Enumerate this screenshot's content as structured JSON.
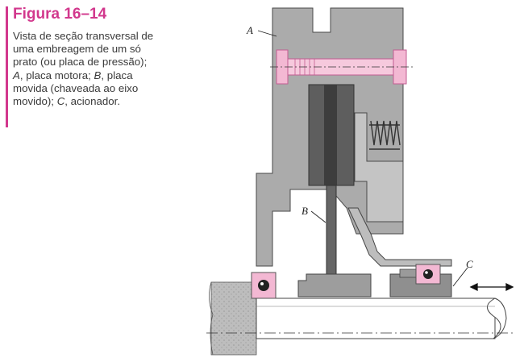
{
  "figure": {
    "title": "Figura 16–14",
    "caption_lines": [
      [
        {
          "t": "Vista de seção transversal de"
        }
      ],
      [
        {
          "t": "uma embreagem de um só"
        }
      ],
      [
        {
          "t": "prato (ou placa de pressão);"
        }
      ],
      [
        {
          "t": "A",
          "i": true
        },
        {
          "t": ", placa motora; "
        },
        {
          "t": "B",
          "i": true
        },
        {
          "t": ", placa"
        }
      ],
      [
        {
          "t": "movida (chaveada ao eixo"
        }
      ],
      [
        {
          "t": "movido); "
        },
        {
          "t": "C",
          "i": true
        },
        {
          "t": ", acionador."
        }
      ]
    ]
  },
  "diagram": {
    "labels": {
      "a": "A",
      "b": "B",
      "c": "C"
    },
    "colors": {
      "housing": "#a9a9a9",
      "dark_plate": "#595959",
      "pink": "#f3b8d3",
      "shaft": "#ffffff",
      "line": "#333333",
      "accent": "#d2388d"
    },
    "parts": [
      "drive-plate-A",
      "driven-plate-B",
      "actuator-C",
      "shaft",
      "bolt",
      "spring",
      "ball-bearings"
    ]
  }
}
